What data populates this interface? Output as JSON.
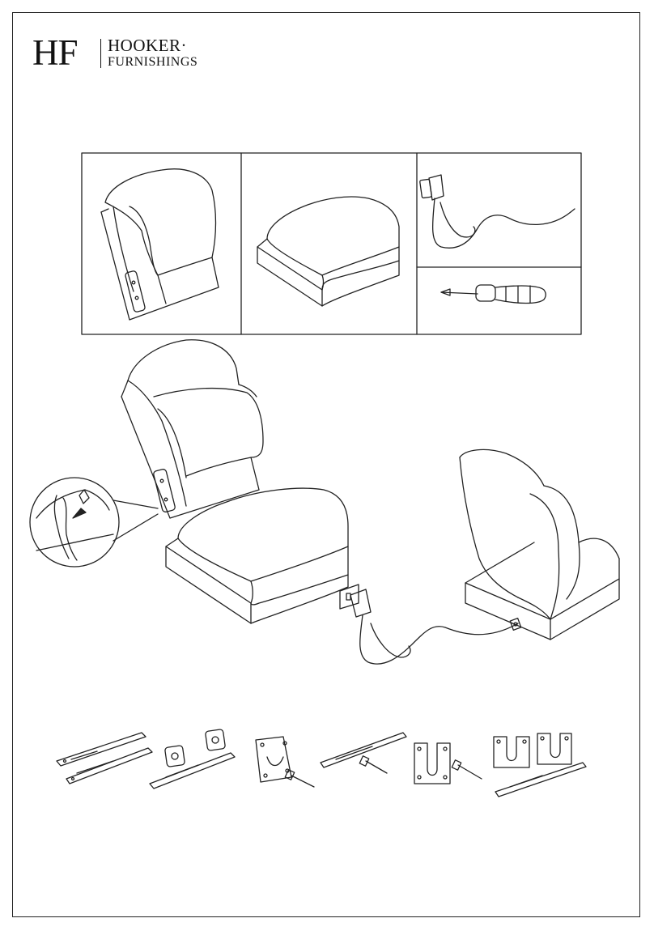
{
  "brand": {
    "monogram": "HF",
    "name_line1": "HOOKER·",
    "name_line2": "FURNISHINGS"
  },
  "icons": {
    "panel_1": "recliner-back-icon",
    "panel_2": "seat-cushion-icon",
    "panel_3": "power-adapter-icon",
    "panel_4": "screwdriver-icon",
    "hardware": [
      "hardware-set-1-icon",
      "hardware-set-2-icon",
      "hardware-set-3-icon",
      "hardware-set-4-icon",
      "hardware-set-5-icon",
      "hardware-set-6-icon"
    ]
  },
  "colors": {
    "line": "#222222",
    "background": "#ffffff"
  }
}
